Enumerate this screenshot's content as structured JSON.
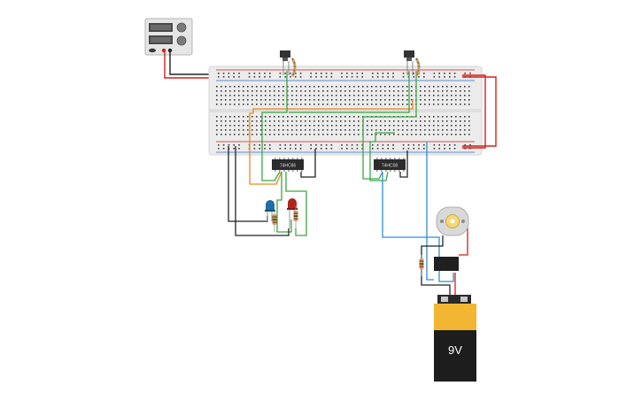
{
  "components": {
    "power_supply": {
      "name": "DC power supply"
    },
    "breadboard": {
      "name": "Breadboard"
    },
    "ic_left": {
      "label": "74HC86"
    },
    "ic_right": {
      "label": "74HC08"
    },
    "led_blue": {
      "color": "#1f6fa8"
    },
    "led_red": {
      "color": "#b3261e"
    },
    "motor": {
      "name": "DC motor"
    },
    "relay": {
      "name": "Relay"
    },
    "battery": {
      "label": "9V"
    }
  },
  "colors": {
    "wire_red": "#d0211c",
    "wire_black": "#222222",
    "wire_green": "#3aa843",
    "wire_orange": "#e68a1e",
    "wire_blue": "#2c8fd6",
    "breadboard": "#ececec",
    "rail_red": "#d0211c",
    "rail_blue": "#2c6fc9"
  }
}
